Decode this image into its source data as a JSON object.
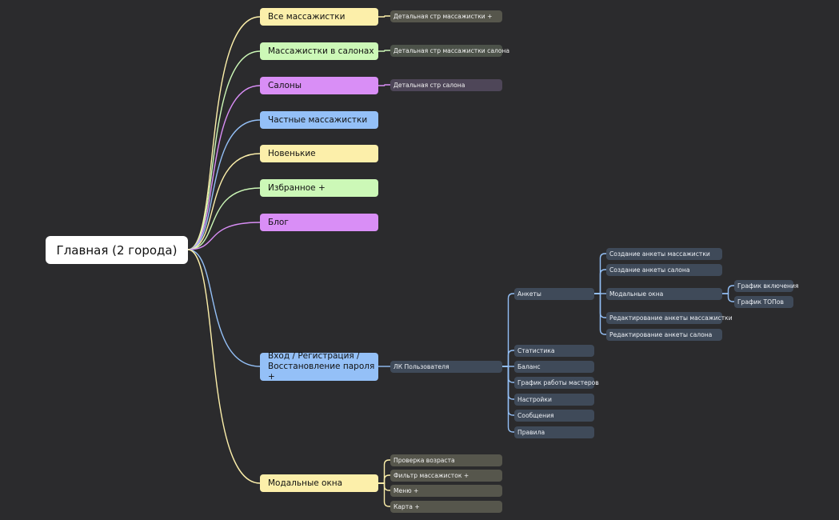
{
  "root": {
    "label": "Главная (2 города)"
  },
  "branches": [
    {
      "label": "Все массажистки",
      "color": "yellow",
      "children": [
        "Детальная стр массажистки +"
      ]
    },
    {
      "label": "Массажистки в салонах",
      "color": "green",
      "children": [
        "Детальная стр массажистки салона"
      ]
    },
    {
      "label": "Салоны",
      "color": "purple",
      "children": [
        "Детальная стр салона"
      ]
    },
    {
      "label": "Частные массажистки",
      "color": "blue",
      "children": []
    },
    {
      "label": "Новенькие",
      "color": "yellow",
      "children": []
    },
    {
      "label": "Избранное +",
      "color": "green",
      "children": []
    },
    {
      "label": "Блог",
      "color": "purple",
      "children": []
    },
    {
      "label": "Вход / Регистрация / Восстановление пароля +",
      "color": "blue",
      "children": [
        "ЛК Пользователя"
      ]
    },
    {
      "label": "Модальные окна",
      "color": "yellow",
      "children": [
        "Проверка возраста",
        "Фильтр массажисток +",
        "Меню +",
        "Карта +"
      ]
    }
  ],
  "lk": {
    "label": "ЛК Пользователя",
    "items": [
      "Анкеты",
      "Статистика",
      "Баланс",
      "График работы мастеров",
      "Настройки",
      "Сообщения",
      "Правила"
    ]
  },
  "ankety": {
    "label": "Анкеты",
    "items": [
      "Создание анкеты массажистки",
      "Создание анкеты салона",
      "Модальные окна",
      "Редактирование анкеты массажистки",
      "Редактирование анкеты салона"
    ]
  },
  "modal_sub": {
    "label": "Модальные окна",
    "items": [
      "График включения",
      "График ТОПов"
    ]
  },
  "colors": {
    "background": "#2b2b2d",
    "yellow": "#fcefaa",
    "green": "#ccf8b7",
    "purple": "#d98ef6",
    "blue": "#94c0f7",
    "subnode_blue": "#3f4a59"
  }
}
